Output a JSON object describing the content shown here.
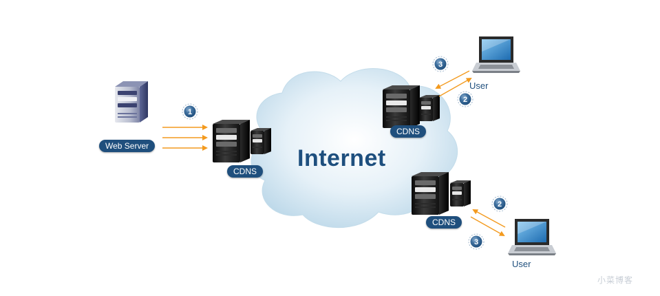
{
  "labels": {
    "internet": "Internet",
    "web_server": "Web Server",
    "cdns_left": "CDNS",
    "cdns_top": "CDNS",
    "cdns_bottom": "CDNS",
    "user_top": "User",
    "user_bottom": "User",
    "watermark": "小菜博客"
  },
  "steps": {
    "step1": "1",
    "top_step3": "3",
    "top_step2": "2",
    "bottom_step2": "2",
    "bottom_step3": "3"
  },
  "colors": {
    "arrow": "#f39a1e",
    "pill": "#1f4f7d",
    "cloud": "#cfe4f0",
    "title": "#1e4f7e"
  },
  "icons": [
    "web-server-icon",
    "cdn-server-icon",
    "laptop-icon",
    "cloud-shape",
    "step-badge"
  ]
}
